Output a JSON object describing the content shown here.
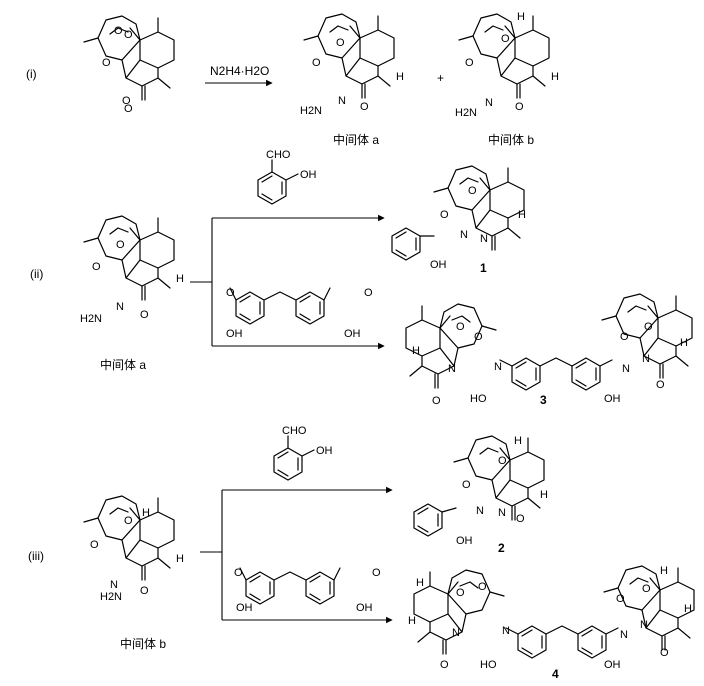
{
  "scheme": {
    "steps": {
      "i": "(i)",
      "ii": "(ii)",
      "iii": "(iii)"
    },
    "reagent_i": "N2H4·H2O",
    "plus": "+",
    "intermediate_a": "中间体 a",
    "intermediate_b": "中间体 b",
    "atoms": {
      "O": "O",
      "H": "H",
      "N": "N",
      "OH": "OH",
      "HO": "HO",
      "CHO": "CHO",
      "H2N": "H2N"
    },
    "products": {
      "p1": "1",
      "p2": "2",
      "p3": "3",
      "p4": "4"
    }
  }
}
